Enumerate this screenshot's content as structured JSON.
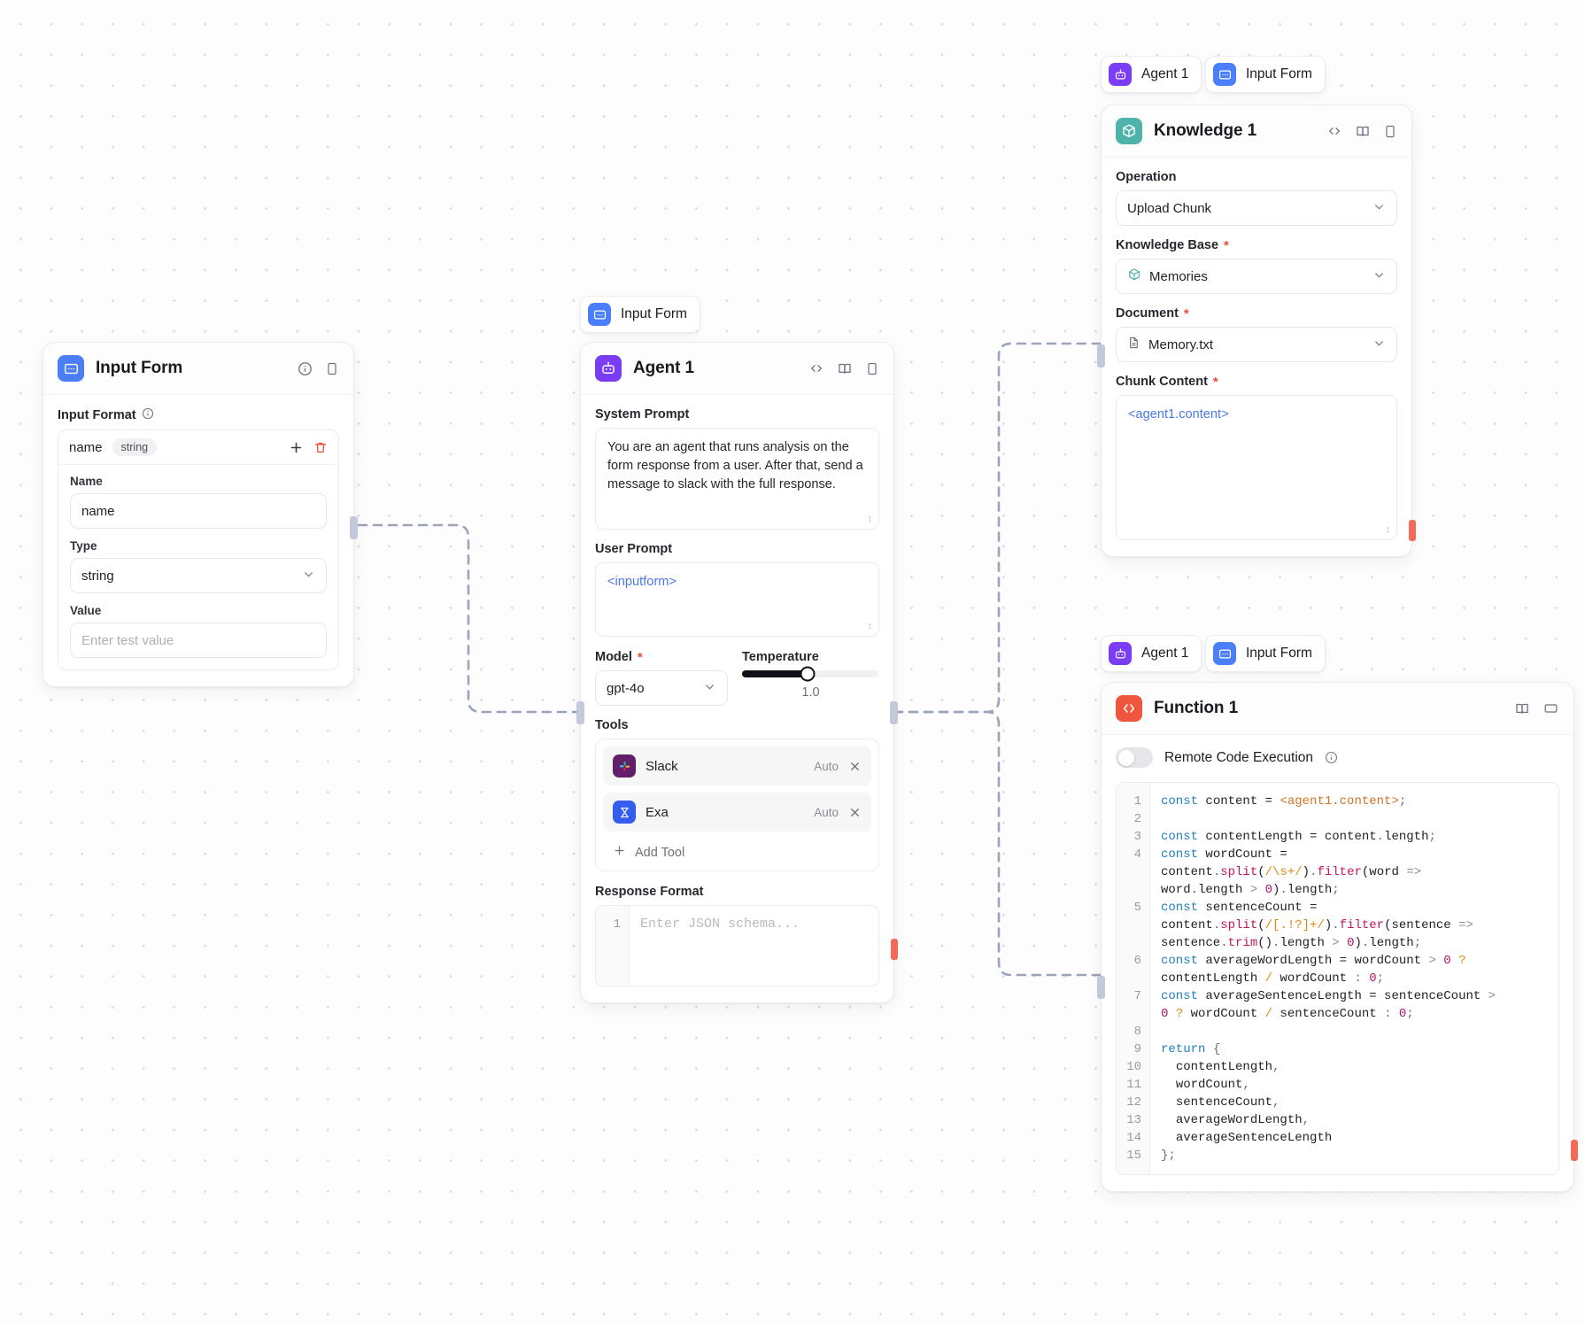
{
  "canvas": {
    "background": "#fdfdfd",
    "dot_color": "#d9dade",
    "edge_color": "#9aa4ba"
  },
  "nodes": {
    "input_form": {
      "title": "Input Form",
      "icon": "input-form-icon",
      "icon_color": "#4a7efb",
      "head_icons": [
        "info-icon",
        "panel-icon"
      ],
      "input_format_label": "Input Format",
      "field": {
        "chip_name": "name",
        "chip_type": "string",
        "name_label": "Name",
        "name_value": "name",
        "type_label": "Type",
        "type_value": "string",
        "value_label": "Value",
        "value_placeholder": "Enter test value"
      }
    },
    "agent": {
      "badge": {
        "label": "Input Form",
        "icon": "input-form-icon",
        "icon_color": "#4a7efb"
      },
      "title": "Agent 1",
      "icon": "agent-icon",
      "icon_color": "#7a3df5",
      "head_icons": [
        "code-icon",
        "book-icon",
        "panel-icon"
      ],
      "system_prompt_label": "System Prompt",
      "system_prompt": "You are an agent that runs analysis on the form response from a user. After that, send a message to slack with the full response.",
      "user_prompt_label": "User Prompt",
      "user_prompt": "<inputform>",
      "model_label": "Model",
      "model_value": "gpt-4o",
      "temperature_label": "Temperature",
      "temperature_value": "1.0",
      "temperature_percent": 48,
      "tools_label": "Tools",
      "tools": [
        {
          "name": "Slack",
          "mode": "Auto",
          "icon": "slack-icon"
        },
        {
          "name": "Exa",
          "mode": "Auto",
          "icon": "exa-icon"
        }
      ],
      "add_tool_label": "Add Tool",
      "response_format_label": "Response Format",
      "response_format_line": "1",
      "response_format_placeholder": "Enter JSON schema..."
    },
    "knowledge": {
      "badges": [
        {
          "label": "Agent 1",
          "icon": "agent-icon",
          "icon_color": "#7a3df5"
        },
        {
          "label": "Input Form",
          "icon": "input-form-icon",
          "icon_color": "#4a7efb"
        }
      ],
      "title": "Knowledge 1",
      "icon": "knowledge-icon",
      "icon_color": "#4fb3ac",
      "head_icons": [
        "code-icon",
        "book-icon",
        "panel-icon"
      ],
      "operation_label": "Operation",
      "operation_value": "Upload Chunk",
      "knowledge_base_label": "Knowledge Base",
      "knowledge_base_value": "Memories",
      "document_label": "Document",
      "document_value": "Memory.txt",
      "chunk_content_label": "Chunk Content",
      "chunk_content_value": "<agent1.content>"
    },
    "function": {
      "badges": [
        {
          "label": "Agent 1",
          "icon": "agent-icon",
          "icon_color": "#7a3df5"
        },
        {
          "label": "Input Form",
          "icon": "input-form-icon",
          "icon_color": "#4a7efb"
        }
      ],
      "title": "Function 1",
      "icon": "function-icon",
      "icon_color": "#f0553d",
      "head_icons": [
        "book-icon",
        "window-icon"
      ],
      "remote_label": "Remote Code Execution",
      "remote_enabled": false,
      "code_lines": [
        {
          "n": "1",
          "html": "<span class='k-kw'>const</span> content = <span class='k-tpl'>&lt;agent1.content&gt;</span><span class='k-pun'>;</span>"
        },
        {
          "n": "2",
          "html": ""
        },
        {
          "n": "3",
          "html": "<span class='k-kw'>const</span> contentLength = content<span class='k-pun'>.</span>length<span class='k-pun'>;</span>"
        },
        {
          "n": "4",
          "html": "<span class='k-kw'>const</span> wordCount =\ncontent<span class='k-pun'>.</span><span class='k-fn'>split</span>(<span class='k-re'>/\\s+/</span>)<span class='k-pun'>.</span><span class='k-fn'>filter</span>(word <span class='k-op'>=&gt;</span>\nword<span class='k-pun'>.</span>length <span class='k-op'>&gt;</span> <span class='k-num'>0</span>)<span class='k-pun'>.</span>length<span class='k-pun'>;</span>"
        },
        {
          "n": "5",
          "html": "<span class='k-kw'>const</span> sentenceCount =\ncontent<span class='k-pun'>.</span><span class='k-fn'>split</span>(<span class='k-re'>/[.!?]+/</span>)<span class='k-pun'>.</span><span class='k-fn'>filter</span>(sentence <span class='k-op'>=&gt;</span>\nsentence<span class='k-pun'>.</span><span class='k-fn'>trim</span>()<span class='k-pun'>.</span>length <span class='k-op'>&gt;</span> <span class='k-num'>0</span>)<span class='k-pun'>.</span>length<span class='k-pun'>;</span>"
        },
        {
          "n": "6",
          "html": "<span class='k-kw'>const</span> averageWordLength = wordCount <span class='k-op'>&gt;</span> <span class='k-num'>0</span> <span class='k-re'>?</span>\ncontentLength <span class='k-re'>/</span> wordCount <span class='k-pun'>:</span> <span class='k-num'>0</span><span class='k-pun'>;</span>"
        },
        {
          "n": "7",
          "html": "<span class='k-kw'>const</span> averageSentenceLength = sentenceCount <span class='k-op'>&gt;</span>\n<span class='k-num'>0</span> <span class='k-re'>?</span> wordCount <span class='k-re'>/</span> sentenceCount <span class='k-pun'>:</span> <span class='k-num'>0</span><span class='k-pun'>;</span>"
        },
        {
          "n": "8",
          "html": ""
        },
        {
          "n": "9",
          "html": "<span class='k-kw'>return</span> <span class='k-pun'>{</span>"
        },
        {
          "n": "10",
          "html": "  contentLength<span class='k-pun'>,</span>"
        },
        {
          "n": "11",
          "html": "  wordCount<span class='k-pun'>,</span>"
        },
        {
          "n": "12",
          "html": "  sentenceCount<span class='k-pun'>,</span>"
        },
        {
          "n": "13",
          "html": "  averageWordLength<span class='k-pun'>,</span>"
        },
        {
          "n": "14",
          "html": "  averageSentenceLength"
        },
        {
          "n": "15",
          "html": "<span class='k-pun'>};</span>"
        }
      ]
    }
  }
}
